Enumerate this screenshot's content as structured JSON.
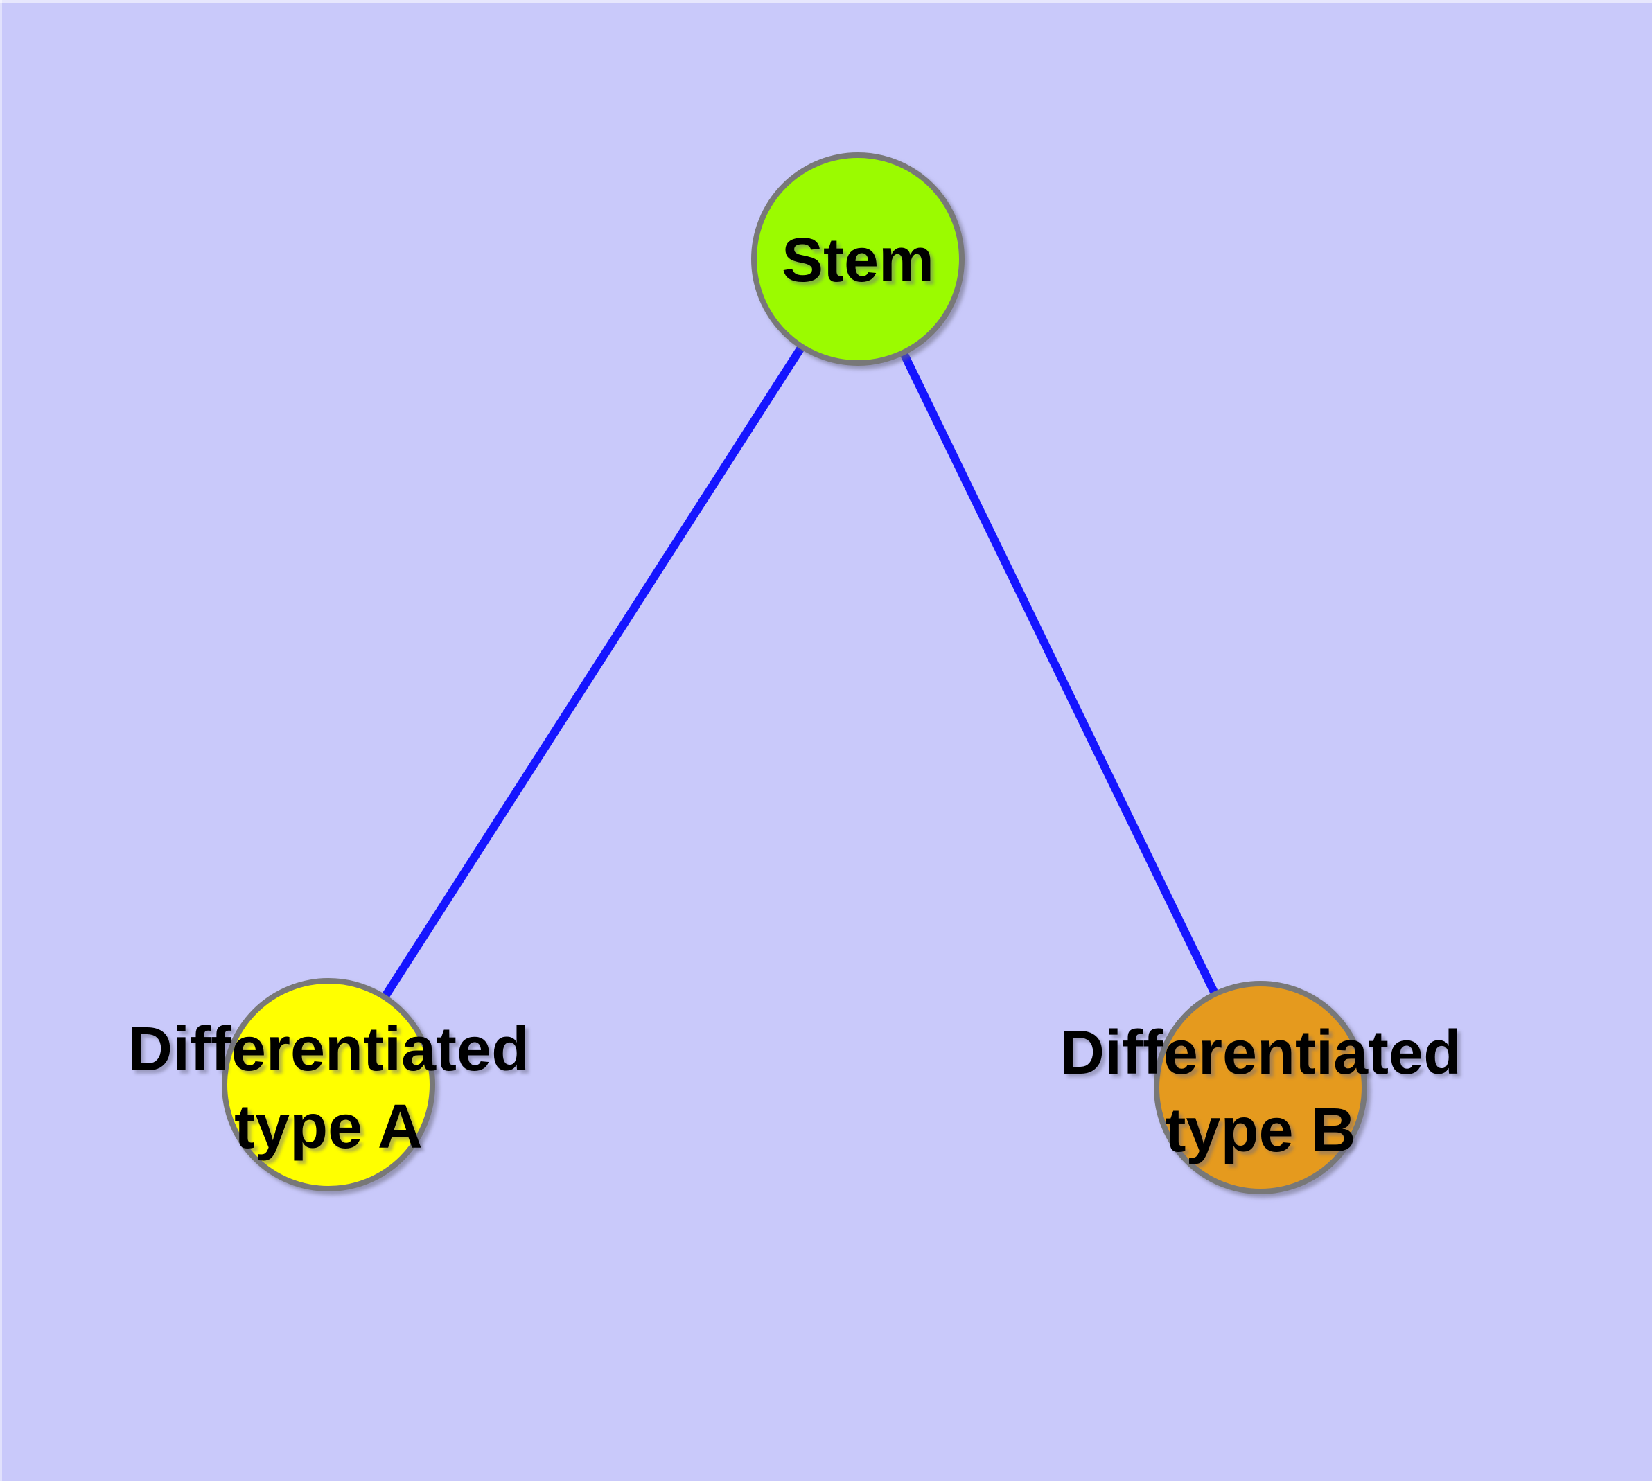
{
  "diagram": {
    "background_color": "#C9C9FA",
    "text_color": "#000000",
    "node_border_color": "#787878",
    "edge_color": "#1515FF",
    "nodes": [
      {
        "id": "stem",
        "label_lines": [
          "Stem"
        ],
        "fill": "#9BFB00",
        "border": "#787878"
      },
      {
        "id": "type-a",
        "label_lines": [
          "Differentiated",
          "type A"
        ],
        "fill": "#FFFF00",
        "border": "#787878"
      },
      {
        "id": "type-b",
        "label_lines": [
          "Differentiated",
          "type B"
        ],
        "fill": "#E59A1E",
        "border": "#787878"
      }
    ],
    "edges": [
      {
        "from": "Stem",
        "to": "Differentiated type A",
        "color": "#1515FF"
      },
      {
        "from": "Stem",
        "to": "Differentiated type B",
        "color": "#1515FF"
      }
    ]
  }
}
